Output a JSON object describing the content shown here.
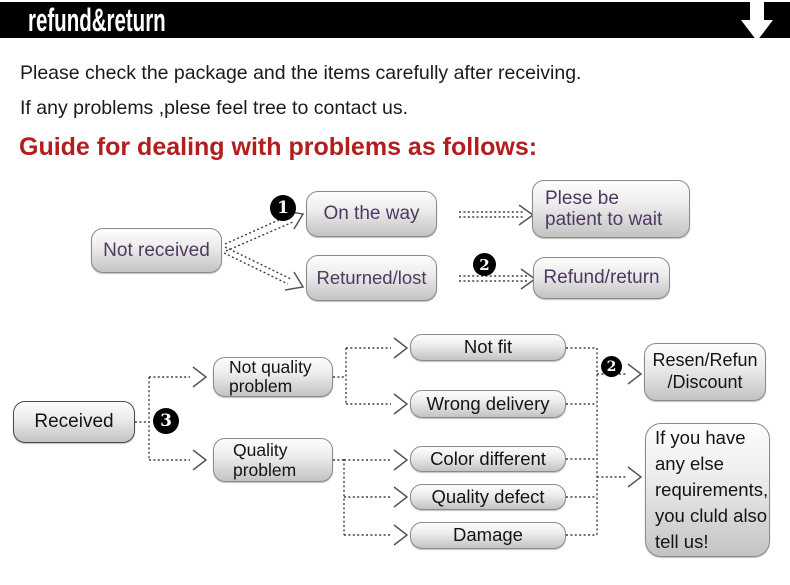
{
  "banner": {
    "title": "refund&return"
  },
  "intro": {
    "line1": "Please check the package and the items carefully after receiving.",
    "line2": "If any problems ,plese feel tree to contact us."
  },
  "heading": "Guide for dealing with problems as follows:",
  "colors": {
    "banner_bg": "#000000",
    "heading_red": "#b21d1d",
    "flow1_text": "#4e3960",
    "flow2_text": "#141414",
    "node_border": "#8a8a8a",
    "node_gradient_top": "#fdfdfd",
    "node_gradient_bottom": "#c3c3c3",
    "connector": "#3f3f3f",
    "badge_bg": "#000000",
    "badge_text": "#ffffff"
  },
  "flow1": {
    "not_received": "Not received",
    "badge1": "1",
    "on_the_way": "On the way",
    "returned_lost": "Returned/lost",
    "badge2": "2",
    "plese_be_patient": "Plese be\npatient to wait",
    "refund_return": "Refund/return"
  },
  "flow2": {
    "received": "Received",
    "badge3": "3",
    "not_quality_problem": "Not quality\nproblem",
    "quality_problem": "Quality\nproblem",
    "not_fit": "Not fit",
    "wrong_delivery": "Wrong delivery",
    "color_different": "Color different",
    "quality_defect": "Quality defect",
    "damage": "Damage",
    "badge2": "2",
    "resen_refun_discount": "Resen/Refun\n/Discount",
    "if_you_have": "If you have\nany else\nrequirements,\nyou cluld also\ntell us!"
  }
}
